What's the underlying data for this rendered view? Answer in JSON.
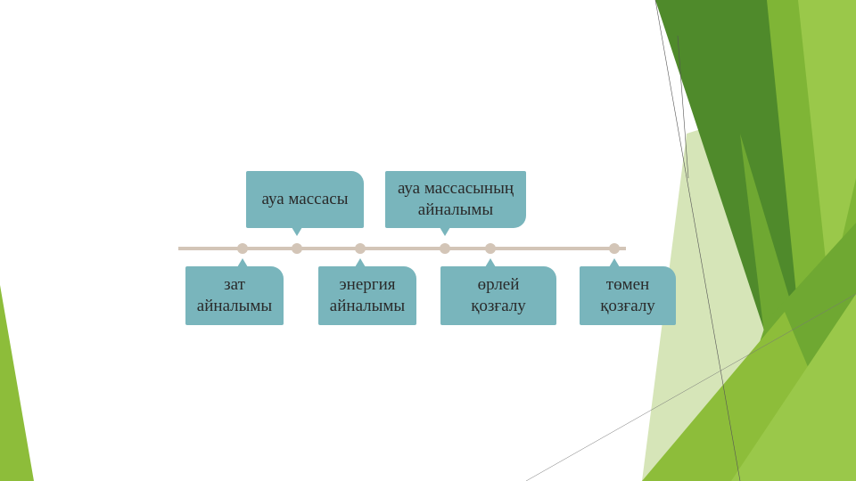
{
  "slide": {
    "labels": {
      "air_mass": "ауа массасы",
      "air_mass_circulation_line1": "ауа массасының",
      "air_mass_circulation_line2": "айналымы",
      "matter_circulation_line1": "зат",
      "matter_circulation_line2": "айналымы",
      "energy_circulation_line1": "энергия",
      "energy_circulation_line2": "айналымы",
      "upward_motion_line1": "өрлей",
      "upward_motion_line2": "қозғалу",
      "downward_motion_line1": "төмен",
      "downward_motion_line2": "қозғалу"
    }
  },
  "colors": {
    "bubble": "#79b5bc",
    "timeline": "#d3c5b7",
    "green_dark": "#4f8a2b",
    "green_mid": "#6fa832",
    "green_light": "#8dbd3a",
    "green_pale": "#c8dca4"
  }
}
